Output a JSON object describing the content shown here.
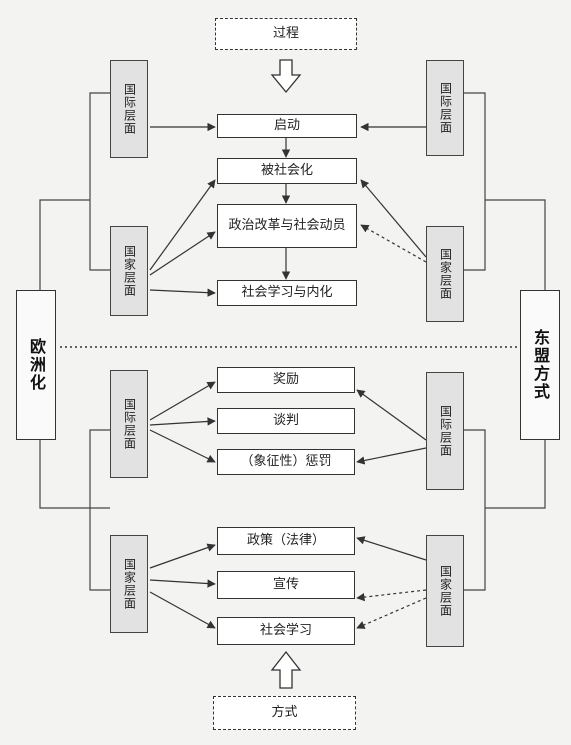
{
  "header": {
    "process": "过程"
  },
  "footer": {
    "method": "方式"
  },
  "left_label": "欧洲化",
  "right_label": "东盟方式",
  "level_labels": {
    "international": "国际层面",
    "national": "国家层面"
  },
  "upper_steps": [
    "启动",
    "被社会化",
    "政治改革与社会动员",
    "社会学习与内化"
  ],
  "lower_steps": [
    "奖励",
    "谈判",
    "（象征性）惩罚",
    "政策（法律）",
    "宣传",
    "社会学习"
  ]
}
